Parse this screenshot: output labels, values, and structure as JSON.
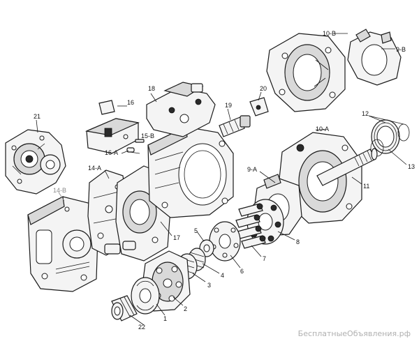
{
  "labels": {
    "p1": "1",
    "p2": "2",
    "p3": "3",
    "p4": "4",
    "p5": "5",
    "p6": "6",
    "p7": "7",
    "p8": "8",
    "p9a": "9-A",
    "p9b": "9-B",
    "p10a": "10-A",
    "p10b": "10-B",
    "p11": "11",
    "p12": "12",
    "p13": "13",
    "p14a": "14-A",
    "p14b": "14-B",
    "p15b": "15-B",
    "p16": "16",
    "p16a": "16-A",
    "p17": "17",
    "p18": "18",
    "p19": "19",
    "p20": "20",
    "p21": "21",
    "p22": "22"
  },
  "watermark": "БесплатныеОбъявления.рф"
}
